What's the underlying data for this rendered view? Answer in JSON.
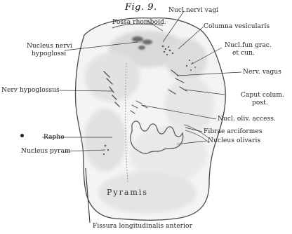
{
  "figure": {
    "title": "Fig. 9."
  },
  "labels": {
    "fossa_rhomboid": "Fossa rhomboid.",
    "nucl_nervi_vagi": "Nucl.nervi vagi",
    "columna_vesicularis": "Columna vesicularis",
    "nucleus_nervi_hypoglossi_1": "Nucleus nervi",
    "nucleus_nervi_hypoglossi_2": "hypoglossi",
    "nucl_fun_grac_1": "Nucl.fun grac.",
    "nucl_fun_grac_2": "et cun.",
    "nerv_vagus": "Nerv. vagus",
    "nerv_hypoglossus": "Nerv hypoglossus",
    "caput_colum_1": "Caput colum.",
    "caput_colum_2": "post.",
    "nucl_oliv_access": "Nucl. oliv. access.",
    "fibrae_arciformes": "Fibrae arciformes",
    "raphe": "Raphe",
    "nucleus_olivaris": "Nucleus olivaris",
    "nucleus_pyram": "Nucleus pyram",
    "pyramis": "Pyramis",
    "fissura_longitudinalis_anterior": "Fissura longitudinalis anterior"
  }
}
